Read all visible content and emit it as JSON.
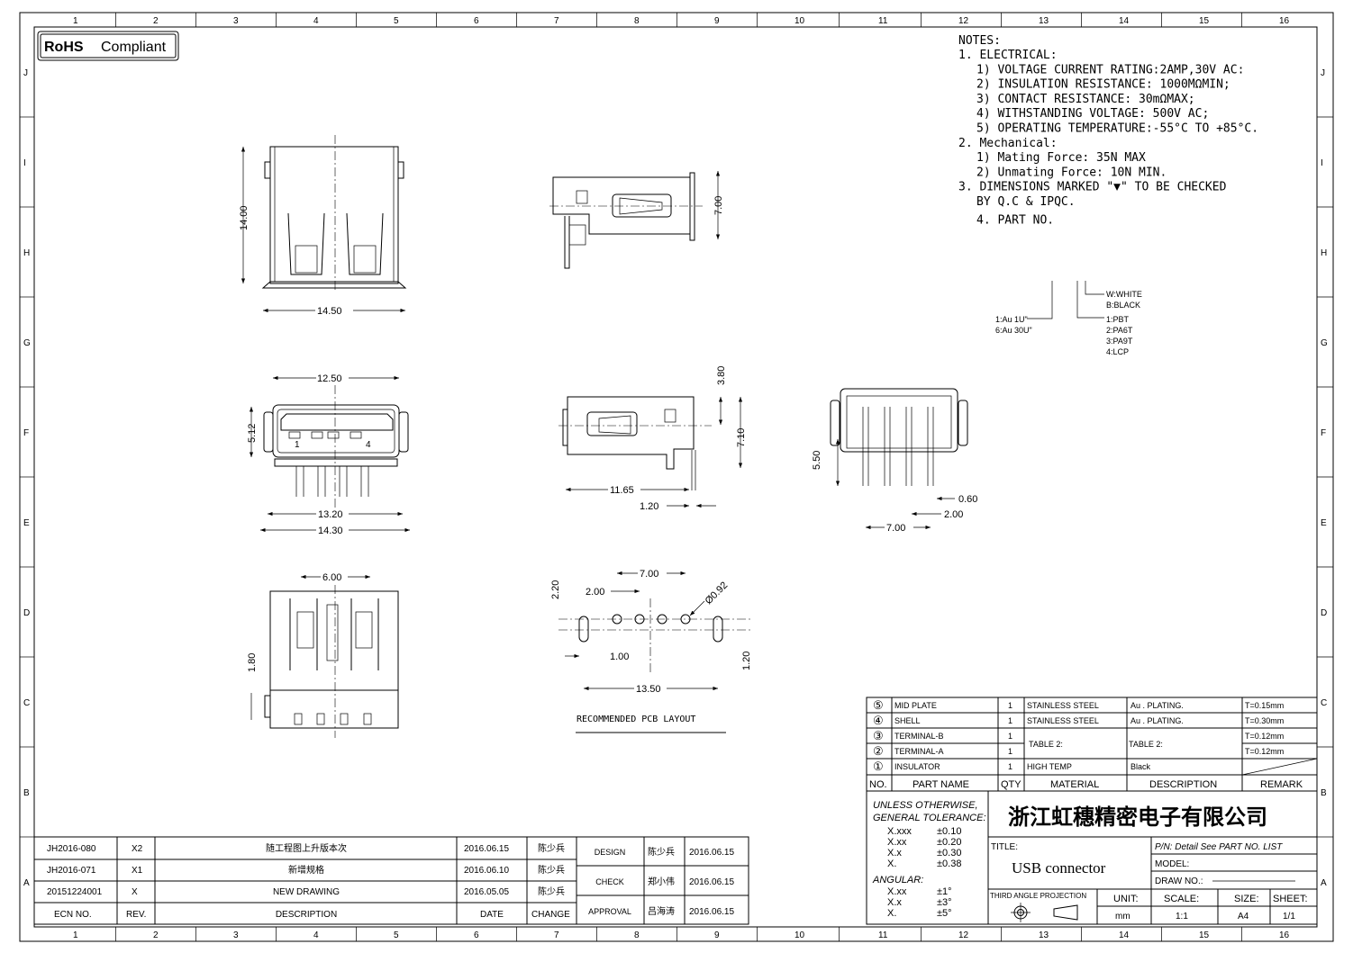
{
  "border": {
    "columns": [
      "1",
      "2",
      "3",
      "4",
      "5",
      "6",
      "7",
      "8",
      "9",
      "10",
      "11",
      "12",
      "13",
      "14",
      "15",
      "16"
    ],
    "rows": [
      "J",
      "I",
      "H",
      "G",
      "F",
      "E",
      "D",
      "C",
      "B",
      "A"
    ]
  },
  "badge": "RoHS",
  "badge_suffix": "Compliant",
  "notes": {
    "heading": "NOTES:",
    "lines": [
      "1. ELECTRICAL:",
      "1) VOLTAGE CURRENT RATING:2AMP,30V AC:",
      "2) INSULATION RESISTANCE: 1000MΩMIN;",
      "3) CONTACT RESISTANCE: 30mΩMAX;",
      "4) WITHSTANDING VOLTAGE: 500V AC;",
      "5) OPERATING TEMPERATURE:-55°C TO +85°C.",
      "2. Mechanical:",
      "1) Mating Force: 35N  MAX",
      "2) Unmating Force: 10N  MIN.",
      "3. DIMENSIONS MARKED \"▼\" TO BE CHECKED",
      "BY Q.C & IPQC.",
      "4. PART NO."
    ]
  },
  "part_no_legend": {
    "plating": [
      "1:Au 1U\"",
      "6:Au 30U\""
    ],
    "color": [
      "W:WHITE",
      "B:BLACK"
    ],
    "material": [
      "1:PBT",
      "2:PA6T",
      "3:PA9T",
      "4:LCP"
    ]
  },
  "dimensions": {
    "top_height": "14.00",
    "top_width": "14.50",
    "side_height": "7.00",
    "front_top": "12.50",
    "front_h": "5.12",
    "front_w1": "13.20",
    "front_w2": "14.30",
    "pin1": "1",
    "pin4": "4",
    "side2_a": "3.80",
    "side2_b": "7.10",
    "side2_len": "11.65",
    "side2_pin": "1.20",
    "end_h": "5.50",
    "end_pin": "0.60",
    "end_pitch": "2.00",
    "end_span": "7.00",
    "bottom_w": "6.00",
    "bottom_h": "1.80",
    "pcb_span": "7.00",
    "pcb_pitch": "2.00",
    "pcb_dia": "Ø0.92",
    "pcb_v": "2.20",
    "pcb_slot": "1.00",
    "pcb_v2": "1.20",
    "pcb_total": "13.50",
    "pcb_caption": "RECOMMENDED PCB LAYOUT"
  },
  "bom": {
    "rows": [
      {
        "no": "⑤",
        "name": "MID PLATE",
        "qty": "1",
        "material": "STAINLESS STEEL",
        "desc": "Au . PLATING.",
        "remark": "T=0.15mm"
      },
      {
        "no": "④",
        "name": "SHELL",
        "qty": "1",
        "material": "STAINLESS STEEL",
        "desc": "Au . PLATING.",
        "remark": "T=0.30mm"
      },
      {
        "no": "③",
        "name": "TERMINAL-B",
        "qty": "1",
        "material": "",
        "desc": "",
        "remark": "T=0.12mm"
      },
      {
        "no": "②",
        "name": "TERMINAL-A",
        "qty": "1",
        "material": "",
        "desc": "",
        "remark": "T=0.12mm"
      },
      {
        "no": "①",
        "name": "INSULATOR",
        "qty": "1",
        "material": "HIGH TEMP",
        "desc": "Black",
        "remark": ""
      }
    ],
    "merged_material": "TABLE 2:",
    "merged_desc": "TABLE 2:",
    "headers": {
      "no": "NO.",
      "name": "PART NAME",
      "qty": "QTY",
      "material": "MATERIAL",
      "desc": "DESCRIPTION",
      "remark": "REMARK"
    }
  },
  "tolerance": {
    "line1": "UNLESS OTHERWISE,",
    "line2": "GENERAL TOLERANCE:",
    "linear": [
      [
        "X.xxx",
        "±0.10"
      ],
      [
        "X.xx",
        "±0.20"
      ],
      [
        "X.x",
        "±0.30"
      ],
      [
        "X.",
        "±0.38"
      ]
    ],
    "angular_label": "ANGULAR:",
    "angular": [
      [
        "X.xx",
        "±1°"
      ],
      [
        "X.x",
        "±3°"
      ],
      [
        "X.",
        "±5°"
      ]
    ]
  },
  "title_block": {
    "company": "浙江虹穗精密电子有限公司",
    "title_label": "TITLE:",
    "title": "USB connector",
    "pn": "P/N: Detail  See  PART  NO.  LIST",
    "model": "MODEL:",
    "draw_no": "DRAW  NO.:",
    "projection": "THIRD ANGLE PROJECTION",
    "unit_label": "UNIT:",
    "unit": "mm",
    "scale_label": "SCALE:",
    "scale": "1:1",
    "size_label": "SIZE:",
    "size": "A4",
    "sheet_label": "SHEET:",
    "sheet": "1/1"
  },
  "revisions": {
    "rows": [
      {
        "ecn": "JH2016-080",
        "rev": "X2",
        "desc": "随工程图上升版本次",
        "date": "2016.06.15",
        "change": "陈少兵"
      },
      {
        "ecn": "JH2016-071",
        "rev": "X1",
        "desc": "新增规格",
        "date": "2016.06.10",
        "change": "陈少兵"
      },
      {
        "ecn": "20151224001",
        "rev": "X",
        "desc": "NEW DRAWING",
        "date": "2016.05.05",
        "change": "陈少兵"
      }
    ],
    "headers": {
      "ecn": "ECN NO.",
      "rev": "REV.",
      "desc": "DESCRIPTION",
      "date": "DATE",
      "change": "CHANGE"
    }
  },
  "approvals": [
    {
      "role": "DESIGN",
      "name": "陈少兵",
      "date": "2016.06.15"
    },
    {
      "role": "CHECK",
      "name": "郑小伟",
      "date": "2016.06.15"
    },
    {
      "role": "APPROVAL",
      "name": "吕海涛",
      "date": "2016.06.15"
    }
  ]
}
